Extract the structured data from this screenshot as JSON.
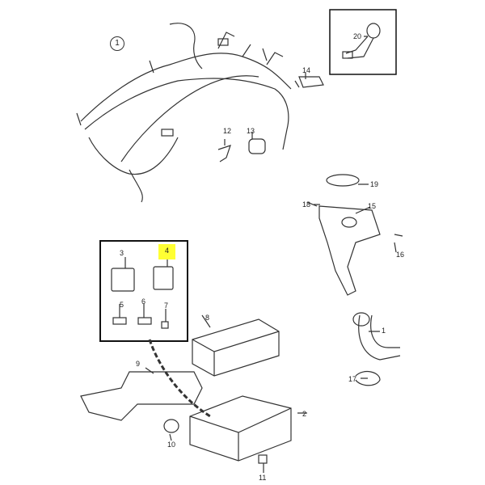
{
  "diagram": {
    "title_marker": "1",
    "part_labels": {
      "p1": "1",
      "p2": "2",
      "p3": "3",
      "p4": "4",
      "p5": "5",
      "p6": "6",
      "p7": "7",
      "p8": "8",
      "p9": "9",
      "p10": "10",
      "p11": "11",
      "p12": "12",
      "p13": "13",
      "p14": "14",
      "p15": "15",
      "p16": "16",
      "p17": "17",
      "p18": "18",
      "p19": "19",
      "p20": "20"
    },
    "highlighted_part": "4",
    "highlight_color": "#ffff33"
  }
}
